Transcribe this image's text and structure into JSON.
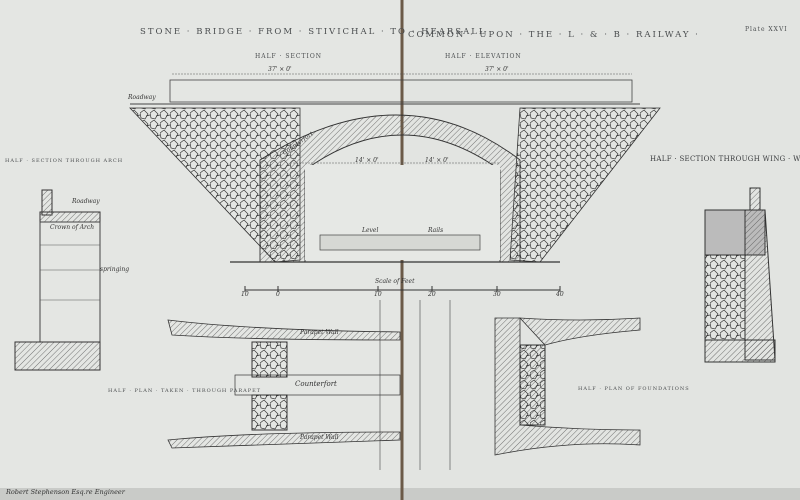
{
  "plate": {
    "title_left": "STONE · BRIDGE · FROM · STIVICHAL · TO · HEARSALL",
    "title_right": "COMMON · UPON · THE · L · & · B · RAILWAY ·",
    "plate_number": "Plate XXVI",
    "signature": "Robert Stephenson Esq.re Engineer"
  },
  "elevation": {
    "half_section_label": "HALF · SECTION",
    "half_elevation_label": "HALF · ELEVATION",
    "width_left": "37' × 0'",
    "width_right": "37' × 0'",
    "span_left": "14' × 0'",
    "span_right": "14' × 0'",
    "roadway": "Roadway",
    "counterfort": "Counterfort",
    "level": "Level",
    "rails": "Rails"
  },
  "side_sections": {
    "arch_label": "HALF · SECTION THROUGH ARCH",
    "wing_wall_label": "HALF · SECTION THROUGH WING · WALL",
    "roadway": "Roadway",
    "springing": "springing",
    "crown_of_arch": "Crown of Arch"
  },
  "scale": {
    "label": "Scale of Feet",
    "ticks": [
      "10",
      "0",
      "10",
      "20",
      "30",
      "40"
    ]
  },
  "plan": {
    "parapet_plan_label": "HALF · PLAN · TAKEN · THROUGH PARAPET",
    "foundations_plan_label": "HALF · PLAN OF FOUNDATIONS",
    "parapet_wall_top": "Parapet Wall",
    "parapet_wall_bottom": "Parapet Wall",
    "counterfort": "Counterfort"
  },
  "colors": {
    "paper": "#e4e6e3",
    "ink": "#3a3c3e",
    "gutter": "#6b5a48"
  }
}
